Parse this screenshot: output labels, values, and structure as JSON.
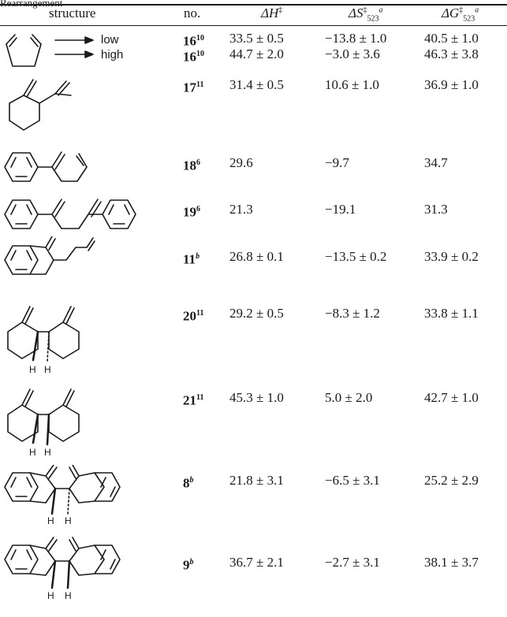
{
  "caption": "Rearrangement",
  "headers": {
    "structure": "structure",
    "no": "no.",
    "dH": "ΔH",
    "dH_sup": "‡",
    "dS": "ΔS",
    "dS_sup": "‡",
    "dS_sub": "523",
    "dS_note": "a",
    "dG": "ΔG",
    "dG_sup": "‡",
    "dG_sub": "523",
    "dG_note": "a"
  },
  "labels": {
    "low": "low",
    "high": "high",
    "H": "H"
  },
  "rows": [
    {
      "no": "16",
      "ref": "10",
      "dH": "33.5 ± 0.5",
      "dS": "−13.8 ± 1.0",
      "dG": "40.5 ± 1.0"
    },
    {
      "no": "16",
      "ref": "10",
      "dH": "44.7 ± 2.0",
      "dS": "−3.0 ± 3.6",
      "dG": "46.3 ± 3.8"
    },
    {
      "no": "17",
      "ref": "11",
      "dH": "31.4 ± 0.5",
      "dS": "10.6 ± 1.0",
      "dG": "36.9 ± 1.0"
    },
    {
      "no": "18",
      "ref": "6",
      "dH": "29.6",
      "dS": "−9.7",
      "dG": "34.7"
    },
    {
      "no": "19",
      "ref": "6",
      "dH": "21.3",
      "dS": "−19.1",
      "dG": "31.3"
    },
    {
      "no": "11",
      "ref": "b",
      "dH": "26.8 ± 0.1",
      "dS": "−13.5 ± 0.2",
      "dG": "33.9 ± 0.2"
    },
    {
      "no": "20",
      "ref": "11",
      "dH": "29.2 ± 0.5",
      "dS": "−8.3 ± 1.2",
      "dG": "33.8 ± 1.1"
    },
    {
      "no": "21",
      "ref": "11",
      "dH": "45.3 ± 1.0",
      "dS": "5.0 ± 2.0",
      "dG": "42.7 ± 1.0"
    },
    {
      "no": "8",
      "ref": "b",
      "dH": "21.8 ± 3.1",
      "dS": "−6.5 ± 3.1",
      "dG": "25.2 ± 2.9"
    },
    {
      "no": "9",
      "ref": "b",
      "dH": "36.7 ± 2.1",
      "dS": "−2.7 ± 3.1",
      "dG": "38.1 ± 3.7"
    }
  ]
}
